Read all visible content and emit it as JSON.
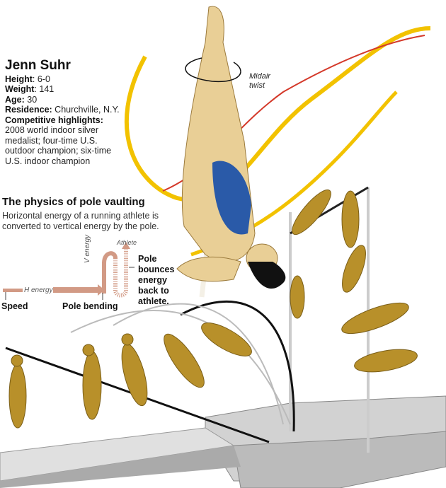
{
  "athlete": {
    "name": "Jenn Suhr",
    "height_label": "Height",
    "height": ": 6-0",
    "weight_label": "Weight",
    "weight": ": 141",
    "age_label": "Age:",
    "age": " 30",
    "residence_label": "Residence:",
    "residence": " Churchville, N.Y.",
    "highlights_label": "Competitive highlights:",
    "highlights": "2008 world indoor silver medalist; four-time U.S. outdoor champion; six-time U.S. indoor champion"
  },
  "annotation": {
    "midair_line1": "Midair",
    "midair_line2": "twist"
  },
  "physics": {
    "title": "The physics of pole vaulting",
    "description": "Horizontal energy of a running athlete is converted to vertical energy by the pole.",
    "h_energy": "H energy",
    "v_energy": "V energy",
    "athlete": "Athlete",
    "speed": "Speed",
    "pole_bending": "Pole bending",
    "bounce": [
      "Pole",
      "bounces",
      "energy",
      "back to",
      "athlete."
    ]
  },
  "colors": {
    "gold": "#b8902a",
    "ribbon": "#f2c200",
    "ribbon_red": "#d4392a",
    "energy": "#d29a85",
    "mat": "#c8c8c8",
    "suit": "#2a5aa8"
  }
}
